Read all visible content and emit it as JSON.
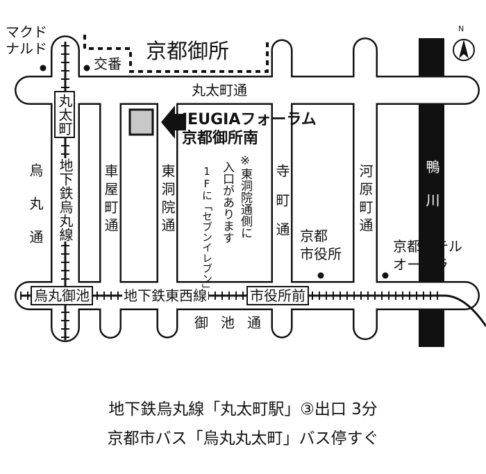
{
  "landmarks": {
    "mcdonalds": [
      "マクド",
      "ナルド"
    ],
    "koban": "交番",
    "gosho": "京都御所",
    "city_hall": [
      "京都",
      "市役所"
    ],
    "hotel": [
      "京都ホテル",
      "オークラ"
    ]
  },
  "destination": {
    "name_line1": "JEUGIAフォーラム",
    "name_line2": "京都御所南",
    "note": [
      "※東洞院通側に",
      "入口があります",
      "1Fに「セブンイレブン」"
    ],
    "building_color": "#c8c8c8"
  },
  "streets": {
    "marutamachi": "丸太町通",
    "oike": "御池通",
    "karasuma": "烏丸通",
    "kurumayamachi": "車屋町通",
    "higashinotoin": "東洞院通",
    "teramachi": "寺町通",
    "kawaramachi": "河原町通"
  },
  "river": "鴨川",
  "subway": {
    "karasuma_line": "地下鉄烏丸線",
    "tozai_line": "地下鉄東西線",
    "stations": {
      "marutamachi": "丸太町",
      "karasuma_oike": "烏丸御池",
      "shiyakushomae": "市役所前"
    }
  },
  "compass": "N",
  "access": {
    "line1": "地下鉄烏丸線「丸太町駅」③出口 3分",
    "line2": "京都市バス「烏丸丸太町」バス停すぐ"
  }
}
